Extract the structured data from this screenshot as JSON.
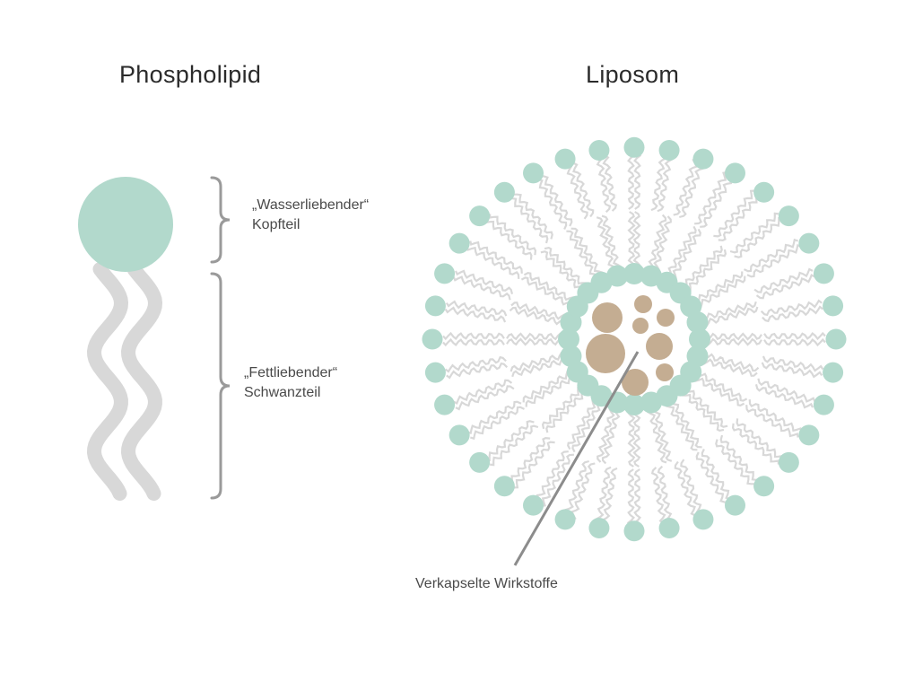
{
  "titles": {
    "left": "Phospholipid",
    "right": "Liposom"
  },
  "labels": {
    "head": {
      "line1": "„Wasserliebender“",
      "line2": "Kopfteil"
    },
    "tail": {
      "line1": "„Fettliebender“",
      "line2": "Schwanzteil"
    },
    "payload": "Verkapselte Wirkstoffe"
  },
  "colors": {
    "head": "#b2d9cc",
    "tail": "#d8d8d8",
    "payload": "#c4ad92",
    "bracket": "#9a9a9a",
    "pointer": "#8c8c8c"
  }
}
